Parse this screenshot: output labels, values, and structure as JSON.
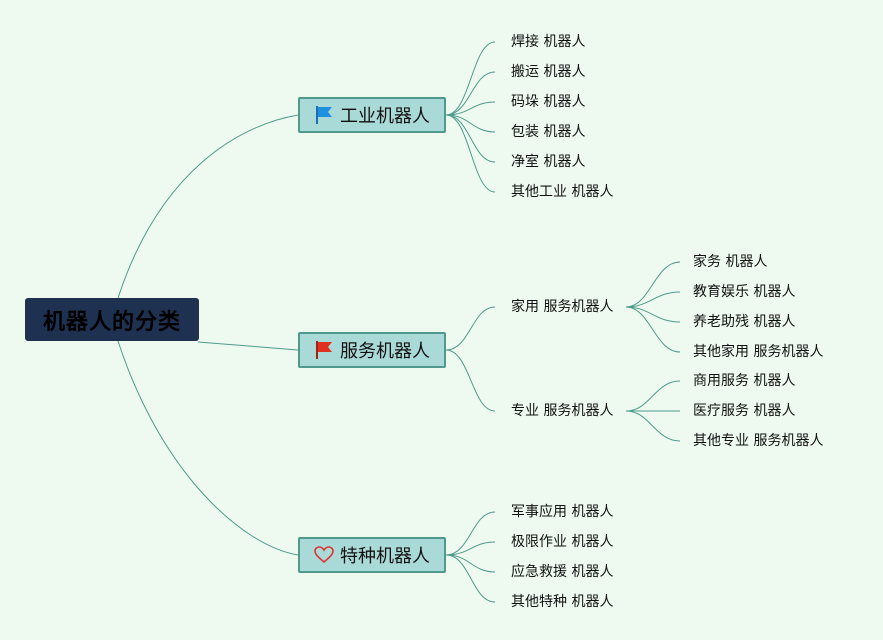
{
  "root": {
    "label": "机器人的分类"
  },
  "branches": [
    {
      "label": "工业机器人",
      "icon": "blue-flag-icon",
      "icon_color": "#1e90e0",
      "topics": [
        {
          "label": "焊接 机器人"
        },
        {
          "label": "搬运 机器人"
        },
        {
          "label": "码垛 机器人"
        },
        {
          "label": "包装 机器人"
        },
        {
          "label": "净室 机器人"
        },
        {
          "label": "其他工业 机器人"
        }
      ]
    },
    {
      "label": "服务机器人",
      "icon": "red-flag-icon",
      "icon_color": "#e0301e",
      "topics": [
        {
          "label": "家用 服务机器人",
          "subtopics": [
            {
              "label": "家务 机器人"
            },
            {
              "label": "教育娱乐 机器人"
            },
            {
              "label": "养老助残 机器人"
            },
            {
              "label": "其他家用 服务机器人"
            }
          ]
        },
        {
          "label": "专业 服务机器人",
          "subtopics": [
            {
              "label": "商用服务 机器人"
            },
            {
              "label": "医疗服务 机器人"
            },
            {
              "label": "其他专业 服务机器人"
            }
          ]
        }
      ]
    },
    {
      "label": "特种机器人",
      "icon": "heart-icon",
      "icon_color": "#e03030",
      "topics": [
        {
          "label": "军事应用 机器人"
        },
        {
          "label": "极限作业 机器人"
        },
        {
          "label": "应急救援 机器人"
        },
        {
          "label": "其他特种 机器人"
        }
      ]
    }
  ],
  "colors": {
    "background": "#eefaf0",
    "root_fill": "#1f3150",
    "branch_fill": "#a9dad8",
    "branch_border": "#4f9a8c",
    "connector": "#4f9a8c"
  }
}
